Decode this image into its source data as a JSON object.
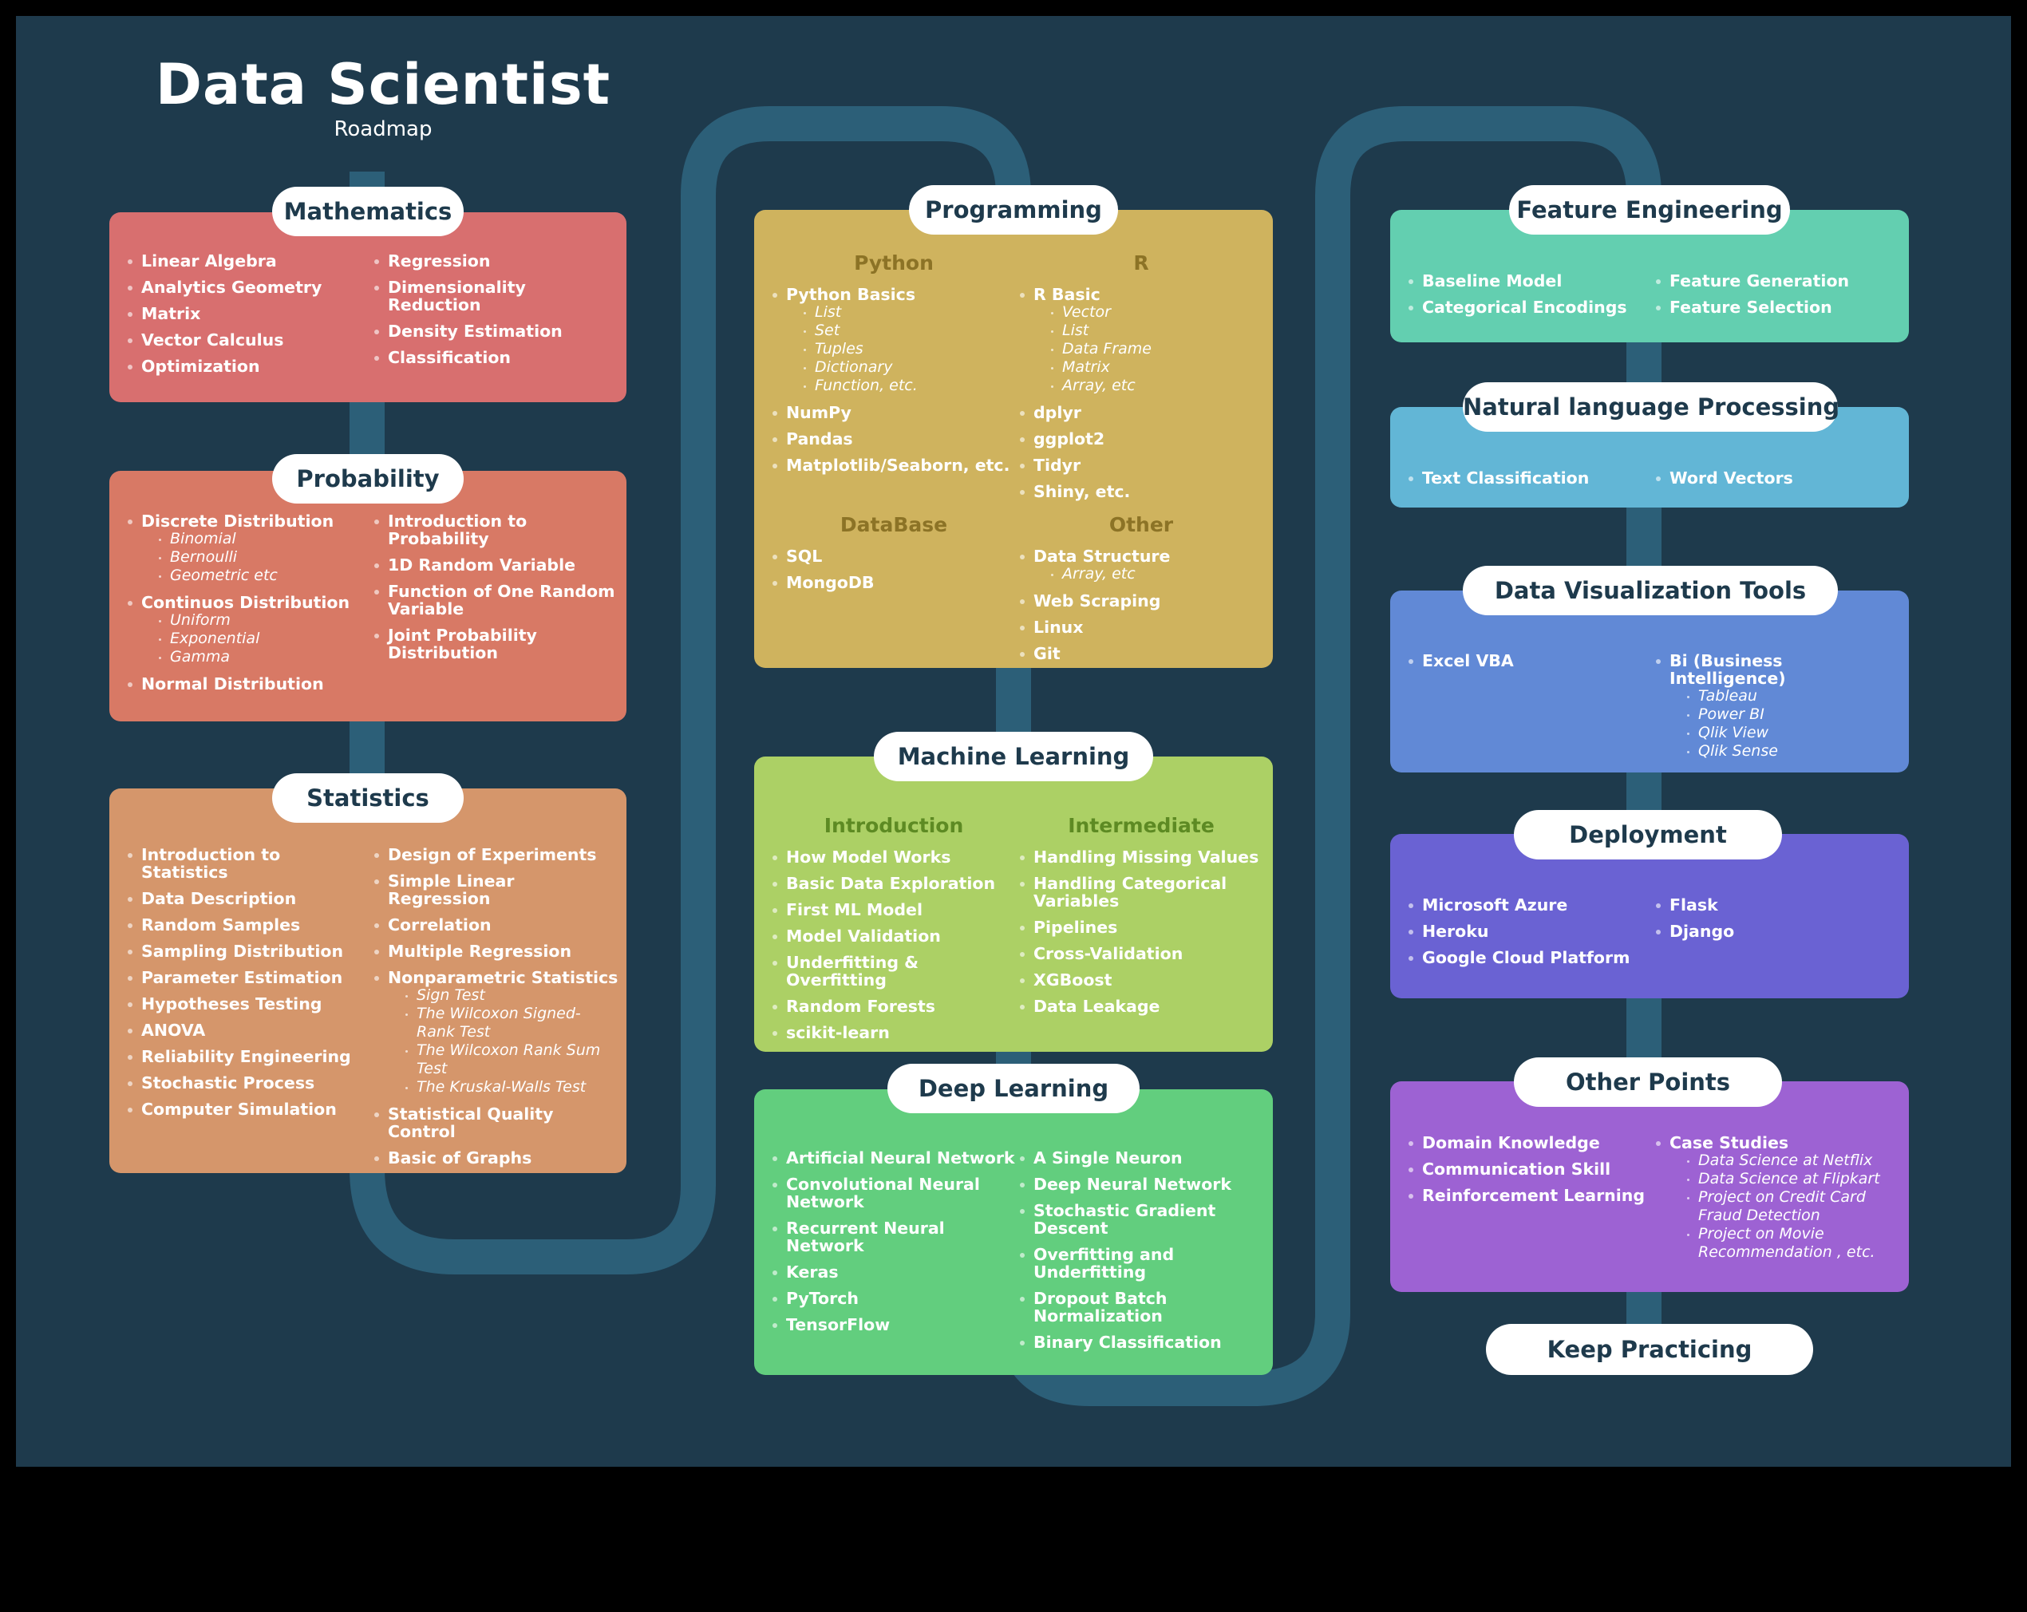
{
  "header": {
    "title": "Data Scientist",
    "subtitle": "Roadmap"
  },
  "colors": {
    "background": "#1e3a4c",
    "track": "#2c5f78",
    "mathematics": "#d86f6f",
    "probability": "#d87965",
    "statistics": "#d5966b",
    "programming": "#cfb35e",
    "machine_learning": "#acd065",
    "deep_learning": "#62ce7e",
    "feature_engineering": "#63cfb0",
    "nlp": "#62b6d6",
    "data_visualization": "#6189d6",
    "deployment": "#6a62d3",
    "other_points": "#9d62d3"
  },
  "sections": {
    "mathematics": {
      "title": "Mathematics",
      "columns": [
        {
          "items": [
            {
              "label": "Linear Algebra"
            },
            {
              "label": "Analytics Geometry"
            },
            {
              "label": "Matrix"
            },
            {
              "label": "Vector Calculus"
            },
            {
              "label": "Optimization"
            }
          ]
        },
        {
          "items": [
            {
              "label": "Regression"
            },
            {
              "label": "Dimensionality Reduction"
            },
            {
              "label": "Density Estimation"
            },
            {
              "label": "Classification"
            }
          ]
        }
      ]
    },
    "probability": {
      "title": "Probability",
      "columns": [
        {
          "items": [
            {
              "label": "Discrete Distribution",
              "sub": [
                "Binomial",
                "Bernoulli",
                "Geometric etc"
              ]
            },
            {
              "label": "Continuos Distribution",
              "sub": [
                "Uniform",
                "Exponential",
                "Gamma"
              ]
            },
            {
              "label": "Normal Distribution"
            }
          ]
        },
        {
          "items": [
            {
              "label": "Introduction to Probability"
            },
            {
              "label": "1D Random Variable"
            },
            {
              "label": "Function of One Random Variable"
            },
            {
              "label": "Joint Probability Distribution"
            }
          ]
        }
      ]
    },
    "statistics": {
      "title": "Statistics",
      "columns": [
        {
          "items": [
            {
              "label": "Introduction to Statistics"
            },
            {
              "label": "Data Description"
            },
            {
              "label": "Random Samples"
            },
            {
              "label": "Sampling Distribution"
            },
            {
              "label": "Parameter Estimation"
            },
            {
              "label": "Hypotheses Testing"
            },
            {
              "label": "ANOVA"
            },
            {
              "label": "Reliability Engineering"
            },
            {
              "label": "Stochastic Process"
            },
            {
              "label": "Computer Simulation"
            }
          ]
        },
        {
          "items": [
            {
              "label": "Design of Experiments"
            },
            {
              "label": "Simple Linear Regression"
            },
            {
              "label": "Correlation"
            },
            {
              "label": "Multiple Regression"
            },
            {
              "label": "Nonparametric Statistics",
              "sub": [
                "Sign Test",
                "The Wilcoxon Signed-Rank Test",
                "The Wilcoxon Rank Sum Test",
                "The Kruskal-Walls Test"
              ]
            },
            {
              "label": "Statistical Quality Control"
            },
            {
              "label": "Basic of Graphs"
            }
          ]
        }
      ]
    },
    "programming": {
      "title": "Programming",
      "columns": [
        {
          "heading": "Python",
          "items": [
            {
              "label": "Python Basics",
              "sub": [
                "List",
                "Set",
                "Tuples",
                "Dictionary",
                "Function, etc."
              ]
            },
            {
              "label": "NumPy"
            },
            {
              "label": "Pandas"
            },
            {
              "label": "Matplotlib/Seaborn, etc."
            }
          ]
        },
        {
          "heading": "R",
          "items": [
            {
              "label": "R Basic",
              "sub": [
                "Vector",
                "List",
                "Data Frame",
                "Matrix",
                "Array, etc"
              ]
            },
            {
              "label": "dplyr"
            },
            {
              "label": "ggplot2"
            },
            {
              "label": "Tidyr"
            },
            {
              "label": "Shiny, etc."
            }
          ]
        }
      ],
      "columns2": [
        {
          "heading": "DataBase",
          "items": [
            {
              "label": "SQL"
            },
            {
              "label": "MongoDB"
            }
          ]
        },
        {
          "heading": "Other",
          "items": [
            {
              "label": "Data Structure",
              "sub": [
                "Array, etc"
              ]
            },
            {
              "label": "Web Scraping"
            },
            {
              "label": "Linux"
            },
            {
              "label": "Git"
            }
          ]
        }
      ]
    },
    "machine_learning": {
      "title": "Machine Learning",
      "columns": [
        {
          "heading": "Introduction",
          "items": [
            {
              "label": "How Model Works"
            },
            {
              "label": "Basic Data Exploration"
            },
            {
              "label": "First ML Model"
            },
            {
              "label": "Model Validation"
            },
            {
              "label": "Underfitting & Overfitting"
            },
            {
              "label": "Random Forests"
            },
            {
              "label": "scikit-learn"
            }
          ]
        },
        {
          "heading": "Intermediate",
          "items": [
            {
              "label": "Handling Missing Values"
            },
            {
              "label": "Handling Categorical Variables"
            },
            {
              "label": "Pipelines"
            },
            {
              "label": "Cross-Validation"
            },
            {
              "label": "XGBoost"
            },
            {
              "label": "Data Leakage"
            }
          ]
        }
      ]
    },
    "deep_learning": {
      "title": "Deep Learning",
      "columns": [
        {
          "items": [
            {
              "label": "Artificial Neural Network"
            },
            {
              "label": "Convolutional Neural Network"
            },
            {
              "label": "Recurrent Neural Network"
            },
            {
              "label": "Keras"
            },
            {
              "label": "PyTorch"
            },
            {
              "label": "TensorFlow"
            }
          ]
        },
        {
          "items": [
            {
              "label": "A Single Neuron"
            },
            {
              "label": "Deep Neural Network"
            },
            {
              "label": "Stochastic Gradient Descent"
            },
            {
              "label": "Overfitting and Underfitting"
            },
            {
              "label": "Dropout Batch Normalization"
            },
            {
              "label": "Binary Classification"
            }
          ]
        }
      ]
    },
    "feature_engineering": {
      "title": "Feature Engineering",
      "columns": [
        {
          "items": [
            {
              "label": "Baseline Model"
            },
            {
              "label": "Categorical Encodings"
            }
          ]
        },
        {
          "items": [
            {
              "label": "Feature Generation"
            },
            {
              "label": "Feature Selection"
            }
          ]
        }
      ]
    },
    "nlp": {
      "title": "Natural language Processing",
      "columns": [
        {
          "items": [
            {
              "label": "Text Classification"
            }
          ]
        },
        {
          "items": [
            {
              "label": "Word Vectors"
            }
          ]
        }
      ]
    },
    "data_visualization": {
      "title": "Data Visualization Tools",
      "columns": [
        {
          "items": [
            {
              "label": "Excel VBA"
            }
          ]
        },
        {
          "items": [
            {
              "label": "Bi (Business Intelligence)",
              "sub": [
                "Tableau",
                "Power BI",
                "Qlik View",
                "Qlik Sense"
              ]
            }
          ]
        }
      ]
    },
    "deployment": {
      "title": "Deployment",
      "columns": [
        {
          "items": [
            {
              "label": "Microsoft Azure"
            },
            {
              "label": "Heroku"
            },
            {
              "label": "Google Cloud Platform"
            }
          ]
        },
        {
          "items": [
            {
              "label": "Flask"
            },
            {
              "label": "Django"
            }
          ]
        }
      ]
    },
    "other_points": {
      "title": "Other Points",
      "columns": [
        {
          "items": [
            {
              "label": "Domain Knowledge"
            },
            {
              "label": "Communication Skill"
            },
            {
              "label": "Reinforcement Learning"
            }
          ]
        },
        {
          "items": [
            {
              "label": "Case Studies",
              "sub": [
                "Data Science at Netflix",
                "Data Science at Flipkart",
                "Project on Credit Card Fraud Detection",
                "Project on Movie Recommendation , etc."
              ]
            }
          ]
        }
      ]
    }
  },
  "footer": {
    "label": "Keep Practicing"
  }
}
